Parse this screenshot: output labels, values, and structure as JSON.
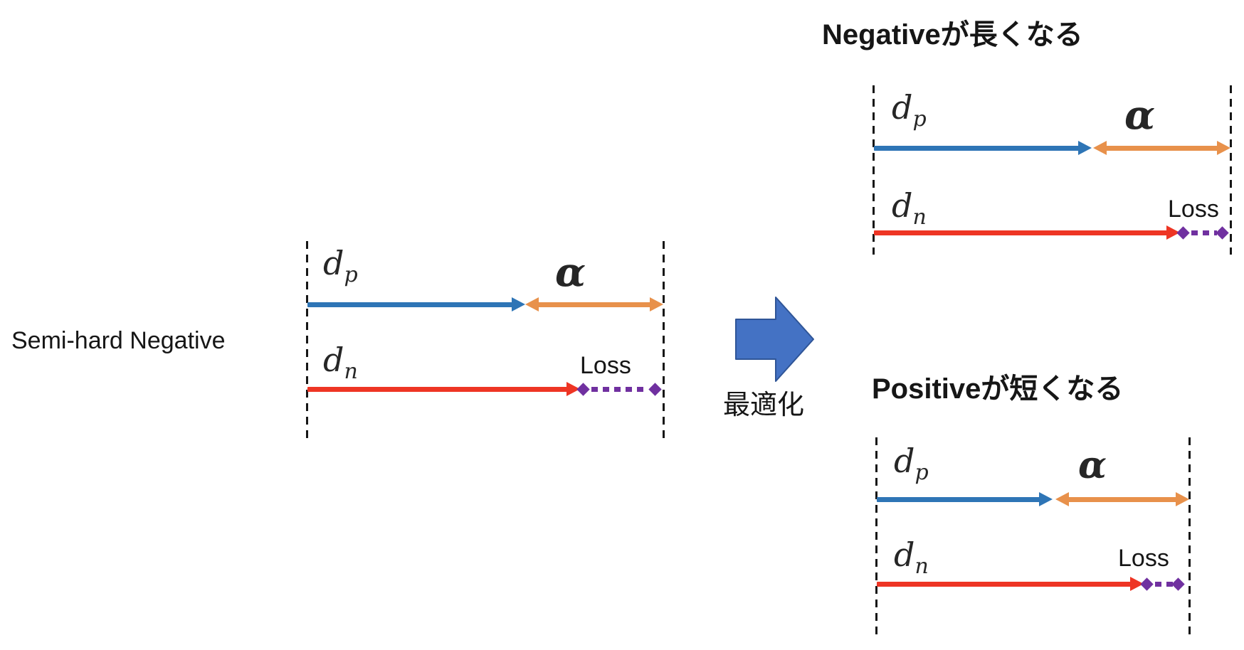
{
  "figure": {
    "caption": "Semi-hard Negative",
    "optimization_label": "最適化",
    "panels": [
      {
        "id": "base",
        "title": ""
      },
      {
        "id": "negative-longer",
        "title": "Negativeが長くなる"
      },
      {
        "id": "positive-shorter",
        "title": "Positiveが短くなる"
      }
    ],
    "labels": {
      "d_base": "d",
      "p_sub": "p",
      "n_sub": "n",
      "alpha": "α",
      "loss": "Loss"
    },
    "colors": {
      "positive": "#2E75B6",
      "margin": "#E8914B",
      "negative": "#EE3524",
      "loss": "#7030A0",
      "arrow": "#4472C4",
      "arrow_border": "#2F5597"
    }
  }
}
